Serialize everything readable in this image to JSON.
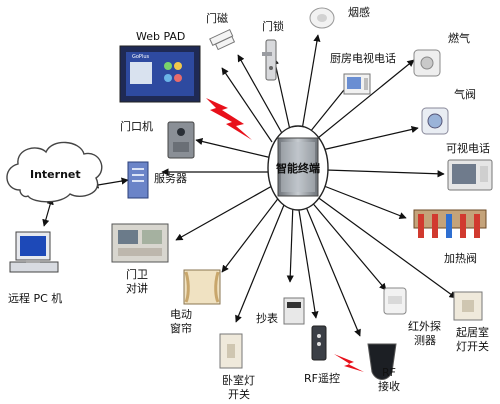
{
  "hub": {
    "label": "智能终端"
  },
  "internet": {
    "label": "Internet"
  },
  "remote_pc": {
    "label": "远程 PC 机"
  },
  "server": {
    "label": "服务器"
  },
  "devices": {
    "web_pad": {
      "label": "Web PAD",
      "screen_brand": "GoPlus"
    },
    "door_sensor": {
      "label": "门磁"
    },
    "door_lock": {
      "label": "门锁"
    },
    "smoke": {
      "label": "烟感"
    },
    "kitchen_tv_phone": {
      "label": "厨房电视电话"
    },
    "gas": {
      "label": "燃气"
    },
    "gas_valve": {
      "label": "气阀"
    },
    "video_phone": {
      "label": "可视电话"
    },
    "door_intercom": {
      "label": "门口机"
    },
    "guard": {
      "line1": "门卫",
      "line2": "对讲"
    },
    "curtain": {
      "line1": "电动",
      "line2": "窗帘"
    },
    "bedroom_switch": {
      "line1": "卧室灯",
      "line2": "开关"
    },
    "meter": {
      "label": "抄表"
    },
    "rf_remote": {
      "label": "RF遥控"
    },
    "rf_receiver": {
      "line1": "RF",
      "line2": "接收"
    },
    "ir_detector": {
      "line1": "红外探",
      "line2": "测器"
    },
    "living_switch": {
      "line1": "起居室",
      "line2": "灯开关"
    },
    "heating_valve": {
      "label": "加热阀"
    }
  },
  "colors": {
    "arrow": "#111111",
    "lightning": "#e8101a",
    "cloud": "#ffffff",
    "hub_screen": "#9aa0a6"
  }
}
